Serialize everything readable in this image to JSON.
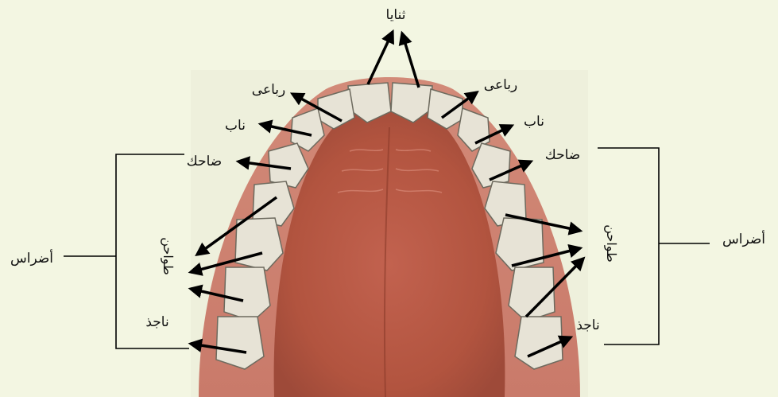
{
  "labels": {
    "central_incisors": "ثنايا",
    "lateral_incisor_left": "رباعى",
    "lateral_incisor_right": "رباعى",
    "canine_left": "ناب",
    "canine_right": "ناب",
    "premolar_left": "ضاحك",
    "premolar_right": "ضاحك",
    "molars_left": "أضراس",
    "molars_right": "أضراس",
    "grinders_left": "طواحن",
    "grinders_right": "طواحن",
    "wisdom_left": "ناجذ",
    "wisdom_right": "ناجذ"
  },
  "colors": {
    "background": "#f3f6e2",
    "tooth": "#e7e3d6",
    "gum": "#c97a6a",
    "palate": "#b85a48",
    "arrow": "#000000"
  }
}
